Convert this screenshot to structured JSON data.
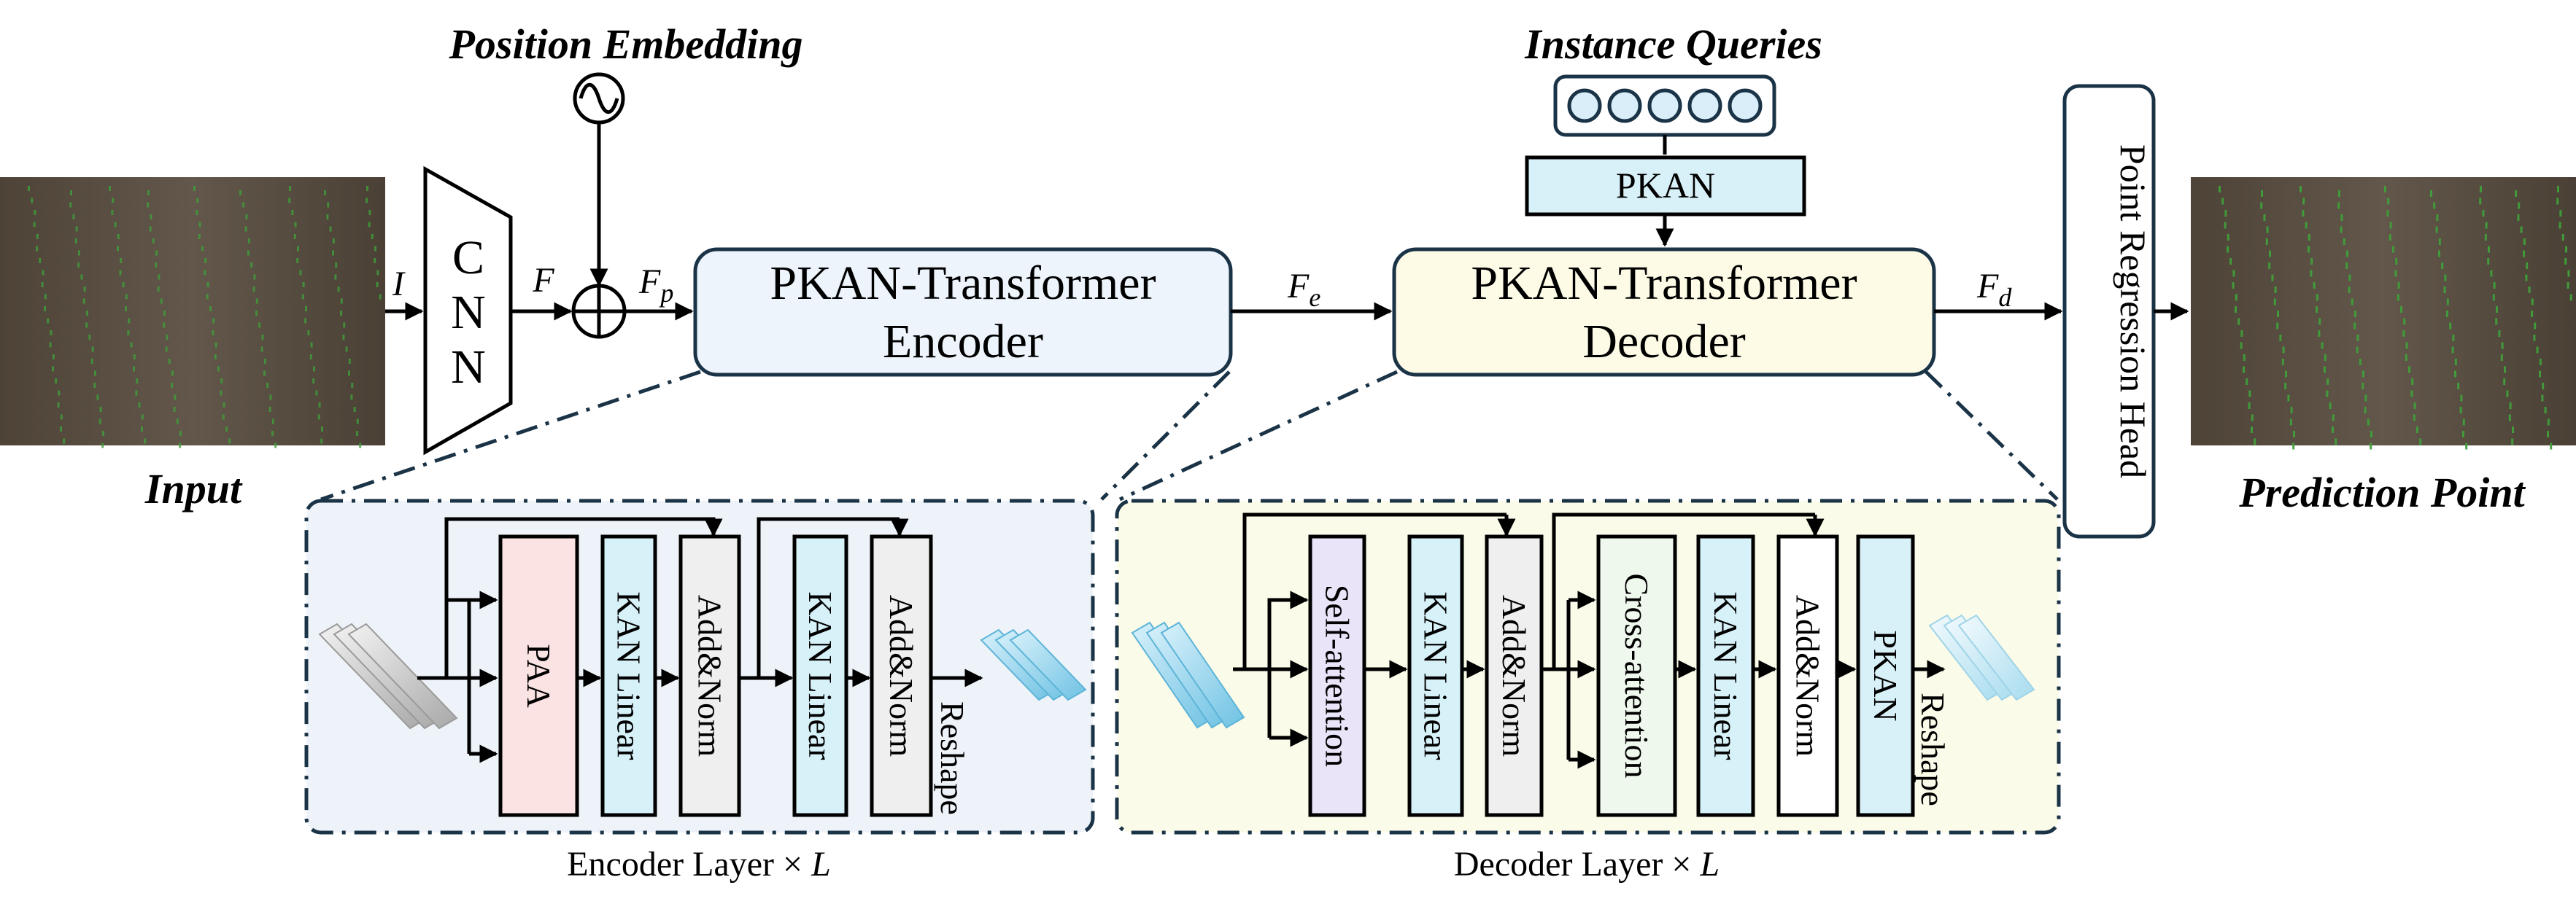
{
  "labels": {
    "position_embedding": "Position Embedding",
    "instance_queries": "Instance Queries",
    "input": "Input",
    "prediction_point": "Prediction Point",
    "cnn_c": "C",
    "cnn_n1": "N",
    "cnn_n2": "N",
    "encoder_line1": "PKAN-Transformer",
    "encoder_line2": "Encoder",
    "decoder_line1": "PKAN-Transformer",
    "decoder_line2": "Decoder",
    "pkan_query": "PKAN",
    "point_regression_head": "Point Regression Head"
  },
  "variables": {
    "I": "I",
    "F": "F",
    "Fp_base": "F",
    "Fp_sub": "p",
    "Fe_base": "F",
    "Fe_sub": "e",
    "Fd_base": "F",
    "Fd_sub": "d"
  },
  "encoder_layer": {
    "blocks": [
      "PAA",
      "KAN Linear",
      "Add&Norm",
      "KAN Linear",
      "Add&Norm"
    ],
    "reshape": "Reshape",
    "caption": "Encoder Layer × ",
    "caption_var": "L"
  },
  "decoder_layer": {
    "blocks": [
      "Self-attention",
      "KAN Linear",
      "Add&Norm",
      "Cross-attention",
      "KAN Linear",
      "Add&Norm",
      "PKAN"
    ],
    "reshape": "Reshape",
    "caption": "Decoder Layer × ",
    "caption_var": "L"
  },
  "colors": {
    "encoder_bg": "#eef3f9",
    "decoder_bg": "#fbfbe9",
    "encoder_box": "#edf4fb",
    "decoder_box": "#fdfbe6",
    "paa": "#fbe3e4",
    "kan_linear": "#d7f1f8",
    "add_norm": "#efefef",
    "self_attention": "#e9e4f8",
    "cross_attention": "#eef8ec",
    "pkan": "#d8f0f8",
    "query_dots": "#d9eef8",
    "soil": "#5a4e40",
    "seedling": "#3f9f3a"
  }
}
